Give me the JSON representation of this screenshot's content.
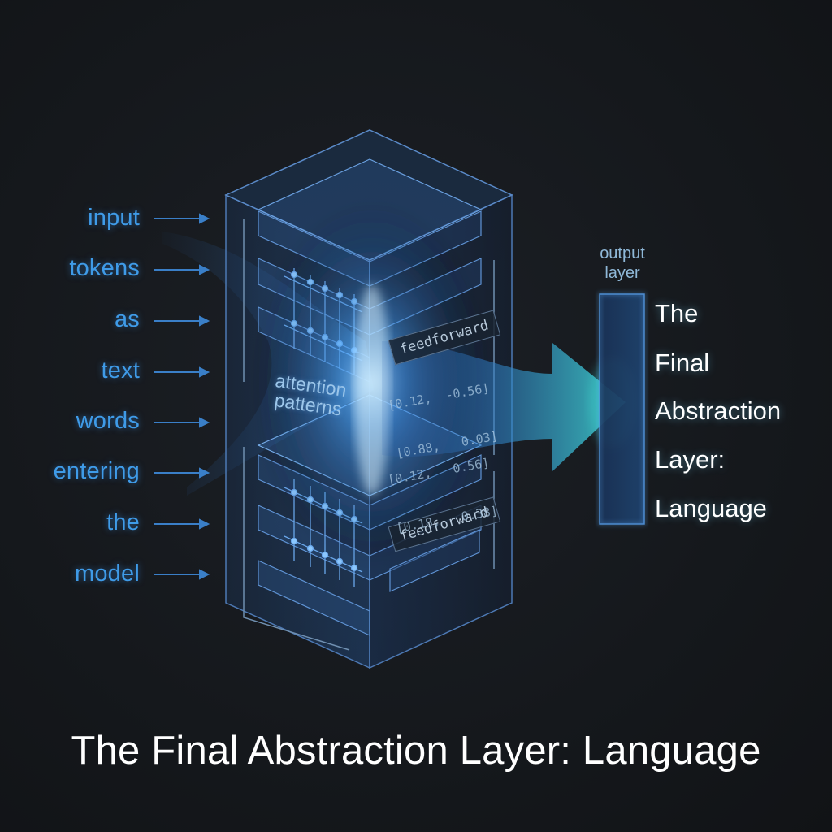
{
  "input_words": [
    "input",
    "tokens",
    "as",
    "text",
    "words",
    "entering",
    "the",
    "model"
  ],
  "block_labels": {
    "attention": "attention\npatterns",
    "feedforward_upper": "feedforward",
    "feedforward_lower": "feedforward"
  },
  "matrix_upper": {
    "rows": [
      "[0.12,  -0.56]",
      "[0.88,   0.03]"
    ]
  },
  "matrix_lower": {
    "rows": [
      "[0.12,   0.56]",
      "[0.18,   0.38]"
    ]
  },
  "output": {
    "label": "output\nlayer",
    "lines": [
      "The",
      "Final",
      "Abstraction",
      "Layer:",
      "Language"
    ]
  },
  "title": "The Final Abstraction Layer: Language",
  "colors": {
    "background": "#15181c",
    "input_text": "#3f9be8",
    "glow": "#4aa8ff",
    "arrow": "#3fd6d0",
    "output_text": "#ffffff"
  }
}
